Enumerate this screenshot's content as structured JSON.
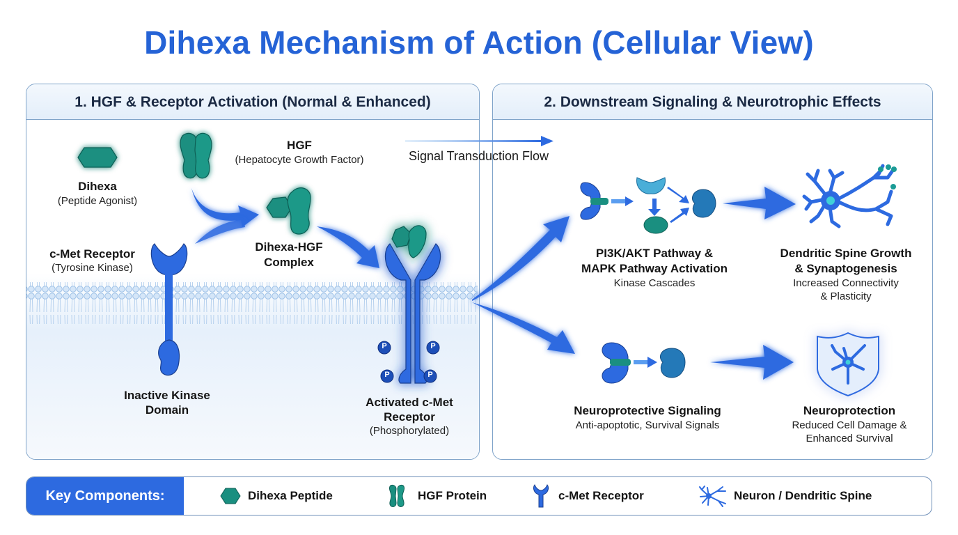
{
  "title": "Dihexa Mechanism of Action (Cellular View)",
  "colors": {
    "title_blue": "#2563d6",
    "receptor_blue": "#2d6ae0",
    "peptide_teal": "#1a8f80",
    "glow_cyan": "#3fd9e0",
    "membrane": "#b9d3f0",
    "panel_border": "#7fa3c9"
  },
  "panel1": {
    "header": "1. HGF & Receptor Activation (Normal & Enhanced)",
    "dihexa": {
      "name": "Dihexa",
      "desc": "(Peptide Agonist)",
      "icon": "hexagon-icon"
    },
    "hgf": {
      "name": "HGF",
      "desc": "(Hepatocyte Growth Factor)",
      "icon": "hgf-protein-icon"
    },
    "cmet": {
      "name": "c-Met Receptor",
      "desc": "(Tyrosine Kinase)",
      "icon": "receptor-icon"
    },
    "complex": {
      "line1": "Dihexa-HGF",
      "line2": "Complex"
    },
    "inactive": {
      "line1": "Inactive Kinase",
      "line2": "Domain"
    },
    "activated": {
      "line1": "Activated c-Met",
      "line2": "Receptor",
      "desc": "(Phosphorylated)"
    },
    "phospho_label": "P"
  },
  "flow_label": "Signal Transduction Flow",
  "panel2": {
    "header": "2. Downstream Signaling & Neurotrophic Effects",
    "pathway": {
      "line1": "PI3K/AKT Pathway &",
      "line2": "MAPK Pathway Activation",
      "desc": "Kinase Cascades"
    },
    "spine": {
      "line1": "Dendritic Spine Growth",
      "line2": "& Synaptogenesis",
      "desc1": "Increased Connectivity",
      "desc2": "& Plasticity"
    },
    "neurosig": {
      "title": "Neuroprotective Signaling",
      "desc": "Anti-apoptotic, Survival Signals"
    },
    "neuroprot": {
      "title": "Neuroprotection",
      "desc1": "Reduced Cell Damage &",
      "desc2": "Enhanced Survival"
    }
  },
  "legend": {
    "title": "Key Components:",
    "items": [
      {
        "label": "Dihexa Peptide",
        "icon": "hexagon-icon"
      },
      {
        "label": "HGF Protein",
        "icon": "hgf-protein-icon"
      },
      {
        "label": "c-Met Receptor",
        "icon": "receptor-icon"
      },
      {
        "label": "Neuron / Dendritic Spine",
        "icon": "neuron-icon"
      }
    ]
  }
}
